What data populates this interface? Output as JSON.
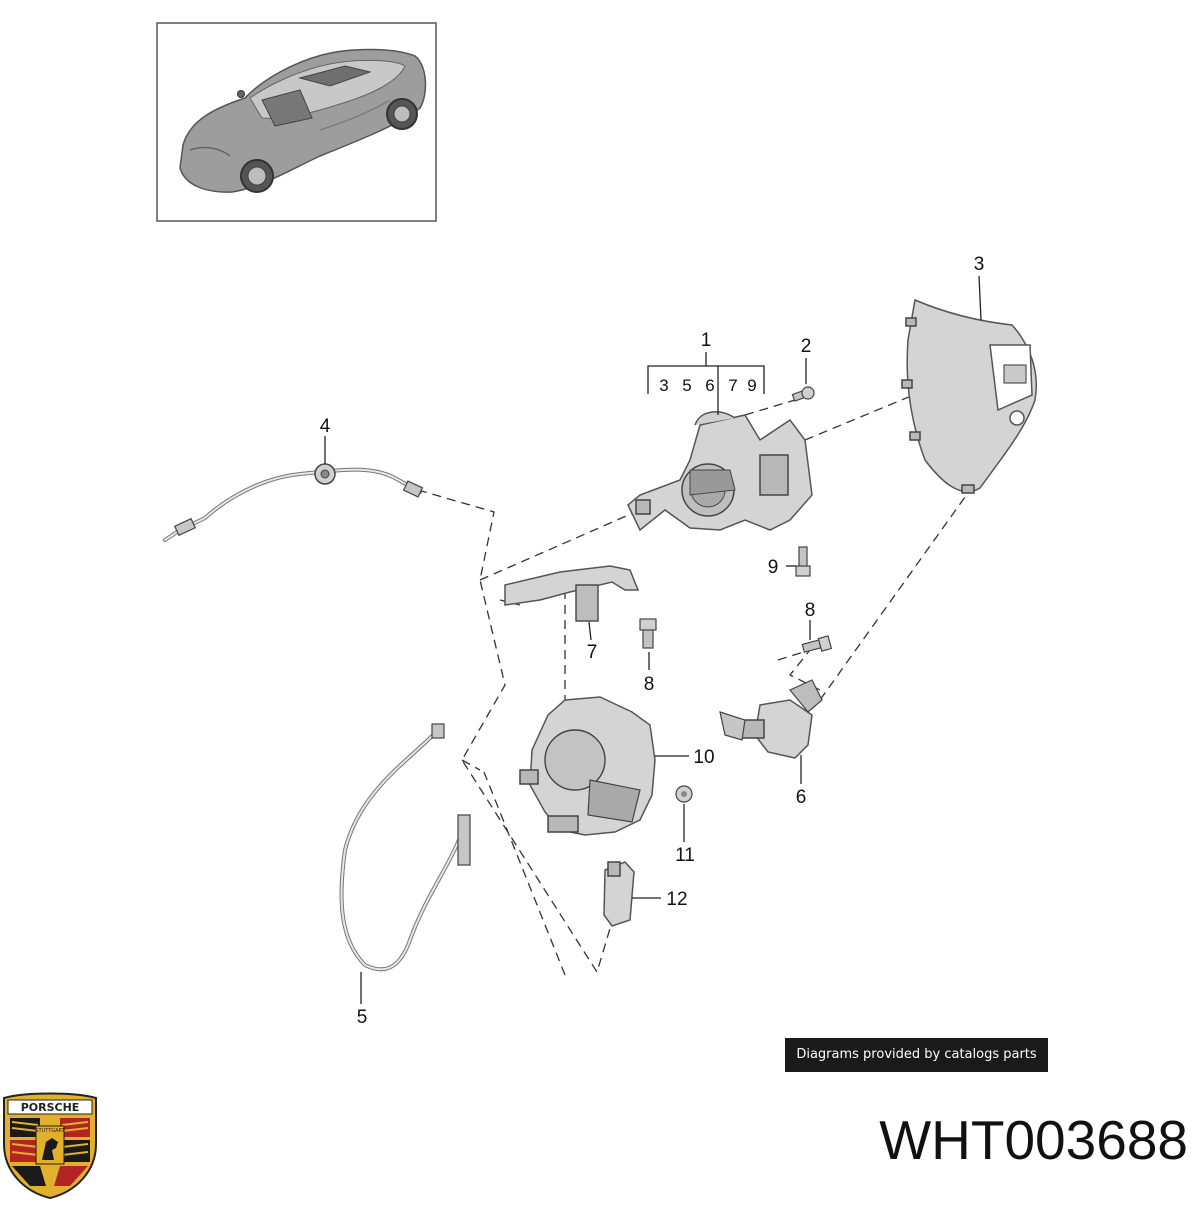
{
  "callouts": {
    "c1": "1",
    "c2": "2",
    "c3": "3",
    "c4": "4",
    "c5": "5",
    "c6": "6",
    "c7": "7",
    "c8a": "8",
    "c8b": "8",
    "c9": "9",
    "c10": "10",
    "c11": "11",
    "c12": "12"
  },
  "subassembly": [
    "3",
    "5",
    "6",
    "7",
    "9"
  ],
  "credit_text": "Diagrams provided by catalogs parts",
  "part_number": "WHT003688",
  "logo": {
    "name": "PORSCHE",
    "city": "STUTTGART"
  },
  "colors": {
    "crest_gold": "#e3b02b",
    "crest_red": "#b32424",
    "crest_black": "#1a1a1a"
  }
}
